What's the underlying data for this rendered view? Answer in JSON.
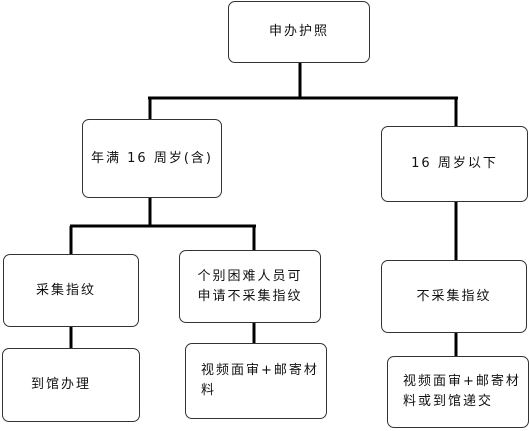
{
  "nodes": {
    "root": "申办护照",
    "age_over": "年满 16 周岁(含)",
    "age_under": "16 周岁以下",
    "collect": "采集指纹",
    "exempt": "个别困难人员可申请不采集指纹",
    "no_collect": "不采集指纹",
    "visit": "到馆办理",
    "video_mail": "视频面审+邮寄材料",
    "video_mail_or_visit": "视频面审+邮寄材料或到馆递交"
  },
  "colors": {
    "line": "#000000",
    "border": "#333333",
    "text": "#111111"
  }
}
